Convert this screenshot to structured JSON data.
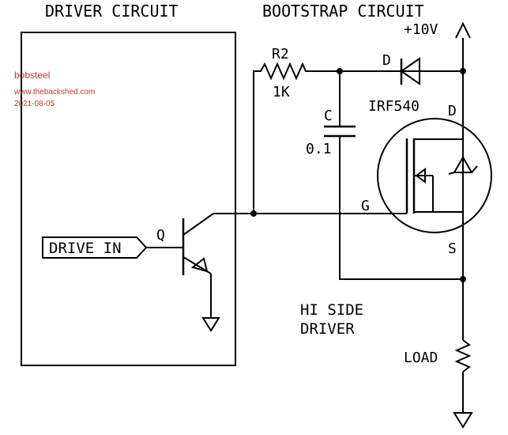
{
  "labels": {
    "driver_title": "DRIVER CIRCUIT",
    "bootstrap_title": "BOOTSTRAP CIRCUIT",
    "supply": "+10V",
    "r2_name": "R2",
    "r2_value": "1K",
    "diode": "D",
    "mosfet_name": "IRF540",
    "drain": "D",
    "cap_name": "C",
    "cap_value": "0.1",
    "gate": "G",
    "source": "S",
    "transistor": "Q",
    "drive_in": "DRIVE IN",
    "hi_side_line1": "HI SIDE",
    "hi_side_line2": "DRIVER",
    "load": "LOAD"
  },
  "watermark": {
    "author": "bobsteel",
    "site": "www.thebackshed.com",
    "date": "2021-08-05"
  },
  "colors": {
    "ink": "#000000",
    "watermark": "#c0392b"
  }
}
